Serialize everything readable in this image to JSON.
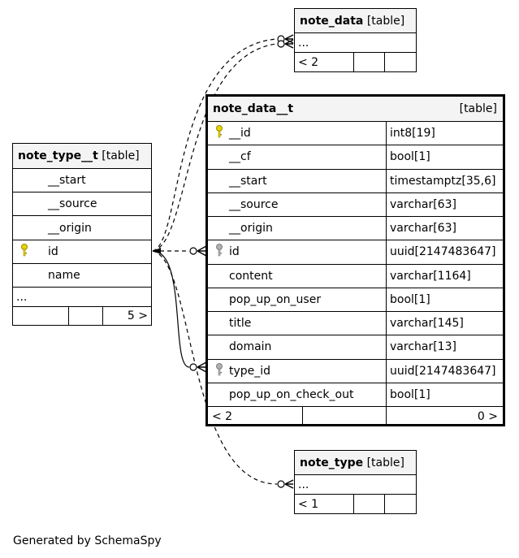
{
  "tables": {
    "note_data": {
      "name": "note_data",
      "kind": "[table]",
      "rows": [
        "..."
      ],
      "footer_left": "< 2"
    },
    "note_type": {
      "name": "note_type",
      "kind": "[table]",
      "rows": [
        "..."
      ],
      "footer_left": "< 1"
    },
    "note_type__t": {
      "name": "note_type__t",
      "kind": "[table]",
      "rows": [
        "__start",
        "__source",
        "__origin",
        "id",
        "name"
      ],
      "ellipsis": "...",
      "footer_right": "5 >"
    },
    "note_data__t": {
      "name": "note_data__t",
      "kind": "[table]",
      "columns": [
        {
          "name": "__id",
          "type": "int8[19]",
          "key": "primary"
        },
        {
          "name": "__cf",
          "type": "bool[1]"
        },
        {
          "name": "__start",
          "type": "timestamptz[35,6]"
        },
        {
          "name": "__source",
          "type": "varchar[63]"
        },
        {
          "name": "__origin",
          "type": "varchar[63]"
        },
        {
          "name": "id",
          "type": "uuid[2147483647]",
          "key": "foreign"
        },
        {
          "name": "content",
          "type": "varchar[1164]"
        },
        {
          "name": "pop_up_on_user",
          "type": "bool[1]"
        },
        {
          "name": "title",
          "type": "varchar[145]"
        },
        {
          "name": "domain",
          "type": "varchar[13]"
        },
        {
          "name": "type_id",
          "type": "uuid[2147483647]",
          "key": "foreign"
        },
        {
          "name": "pop_up_on_check_out",
          "type": "bool[1]"
        }
      ],
      "footer_left": "< 2",
      "footer_right": "0 >"
    }
  },
  "colors": {
    "primary_key": "#e6d300",
    "foreign_key": "#b0b0b0",
    "header_bg": "#f4f4f4"
  },
  "footer": "Generated by SchemaSpy"
}
